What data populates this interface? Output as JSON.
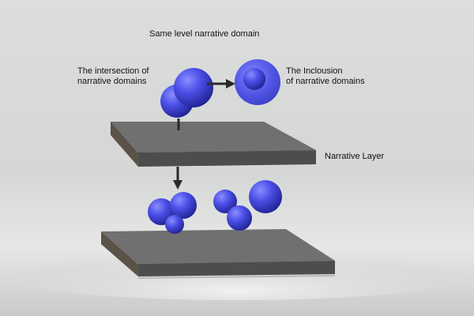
{
  "labels": {
    "same_level": "Same level narrative domain",
    "intersection_line1": "The intersection of",
    "intersection_line2": "narrative domains",
    "inclusion_line1": "The Inclousion",
    "inclusion_line2": "of narrative domains",
    "layer": "Narrative Layer"
  },
  "colors": {
    "sphere": "#4a4ee6",
    "slab_top": "#6e6e6e",
    "slab_side": "#4c4c4c",
    "arrow": "#2a2a2a",
    "background": "#d8dad9"
  }
}
